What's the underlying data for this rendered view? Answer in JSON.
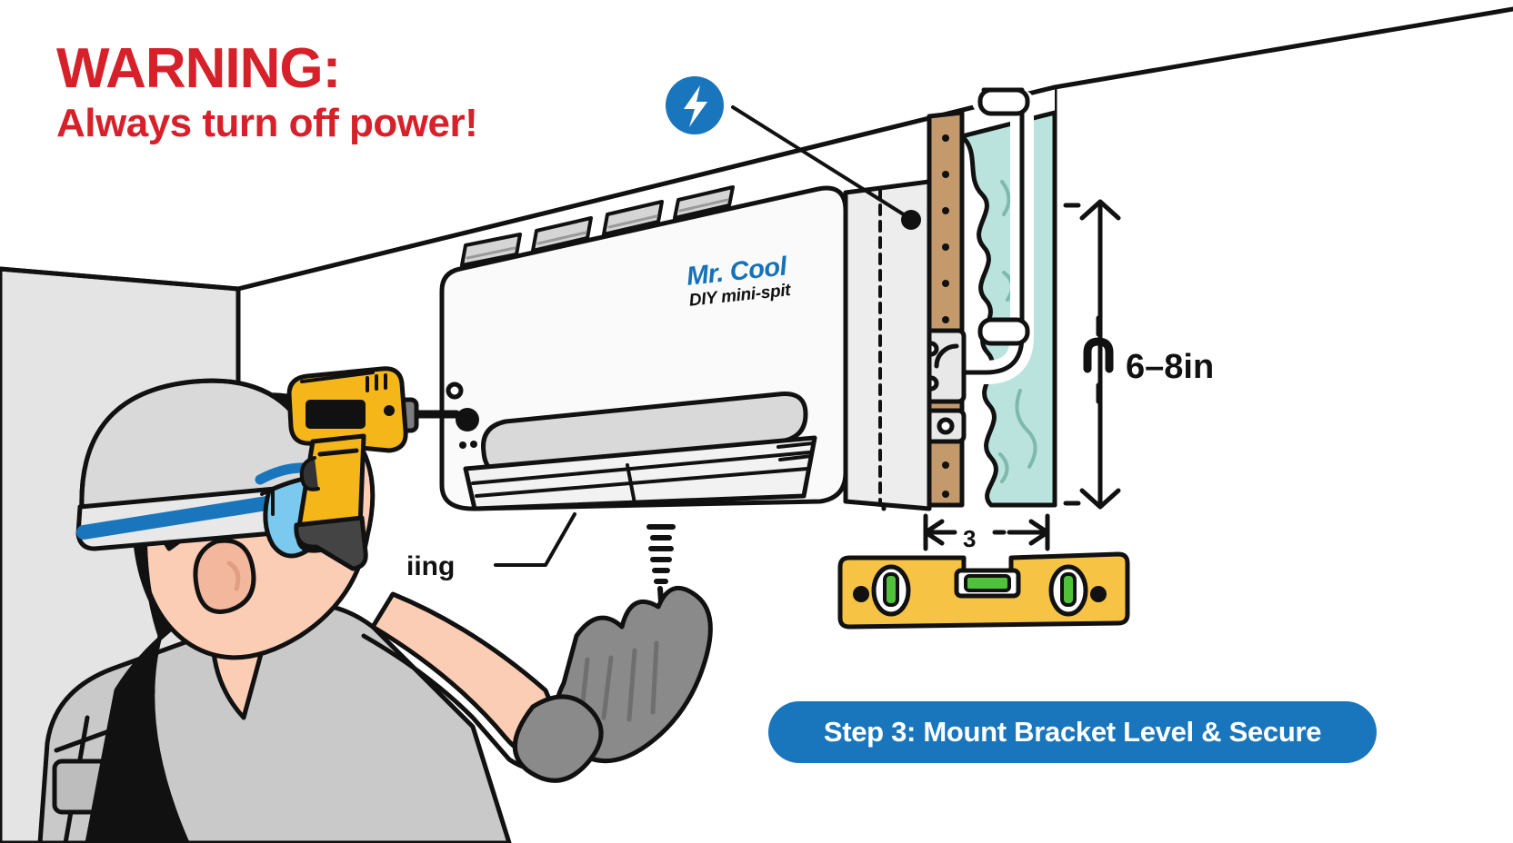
{
  "warning": {
    "title": "WARNING:",
    "subtitle": "Always turn off power!",
    "color": "#d6202a"
  },
  "product": {
    "brand": "Mr. Cool",
    "model": "DIY mini-spit",
    "brand_color": "#1372b8"
  },
  "callouts": [
    {
      "name": "electrical-hazard",
      "icon": "lightning-bolt-icon",
      "color": "#1a76bc"
    },
    {
      "name": "drill-point-label",
      "text": "iing"
    }
  ],
  "dimensions": {
    "vertical_clearance": "6–8in",
    "horizontal_offset": "3"
  },
  "step": {
    "label": "Step 3: Mount Bracket Level & Secure",
    "background": "#1a76bc",
    "text_color": "#ffffff"
  },
  "scene": {
    "worker": {
      "hard_hat_color": "#d9d9d9",
      "hat_strap_color": "#1a76bc",
      "safety_glasses_color": "#7cc9f0",
      "glove_color": "#8a8a8a",
      "skin_color": "#fbcdb5",
      "coverall_color": "#c9c9c9"
    },
    "tools": {
      "drill": {
        "body_color": "#f5b61a",
        "accent_color": "#111111"
      },
      "spirit_level": {
        "body_color": "#f6c344",
        "vial_color": "#4fc23a"
      }
    },
    "wall": {
      "stud_color": "#c49a6c",
      "insulation_color": "#b9e3dc"
    },
    "pipe_color": "#ffffff",
    "unit_color": "#fafafa"
  }
}
